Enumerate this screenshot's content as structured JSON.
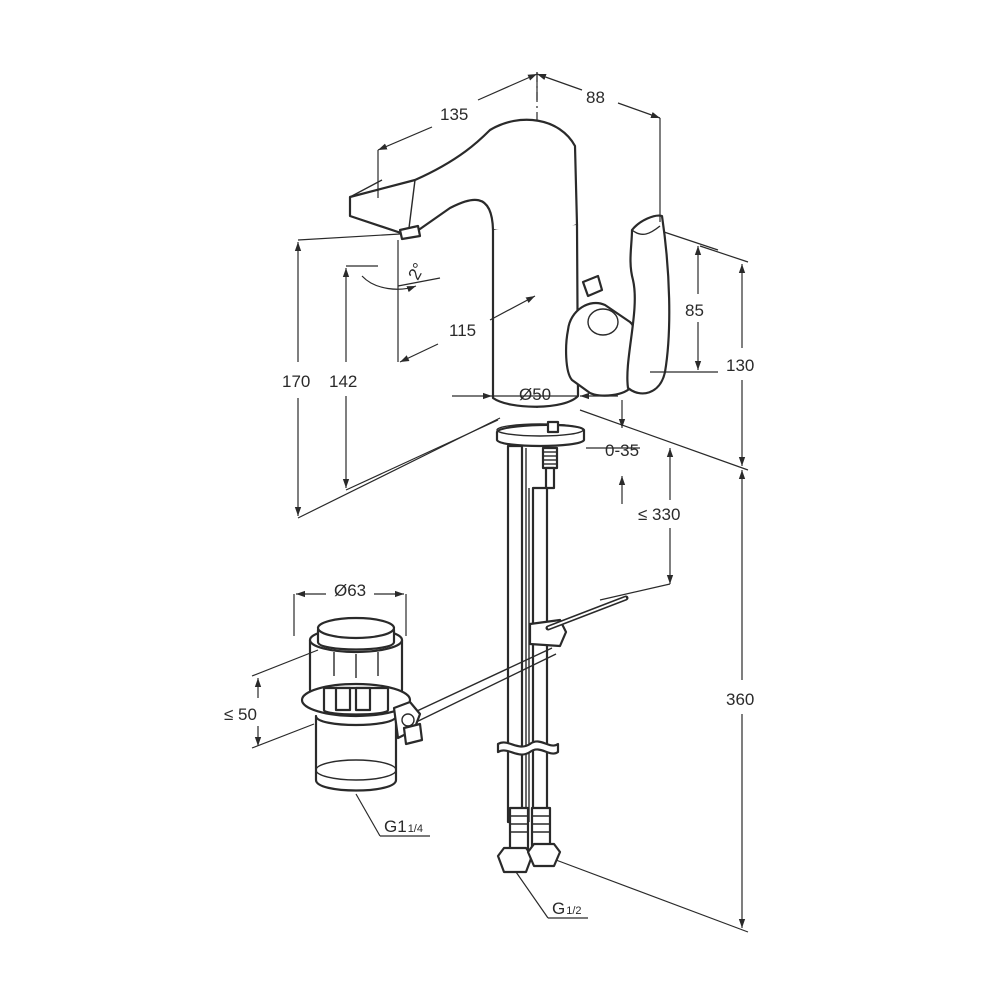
{
  "dimensions": {
    "spout_reach": "135",
    "handle_reach": "88",
    "spout_angle": "2°",
    "spout_projection": "115",
    "height_170": "170",
    "height_142": "142",
    "lever_height": "85",
    "handle_height": "130",
    "base_diameter": "Ø50",
    "deck_thickness": "0-35",
    "rod_length": "≤ 330",
    "total_height": "360",
    "waste_diameter": "Ø63",
    "waste_height": "≤ 50",
    "waste_thread": {
      "main": "G1",
      "sub": "1/4"
    },
    "supply_thread": {
      "main": "G",
      "sub": "1/2"
    }
  },
  "colors": {
    "line": "#2a2a2a",
    "background": "#ffffff"
  }
}
